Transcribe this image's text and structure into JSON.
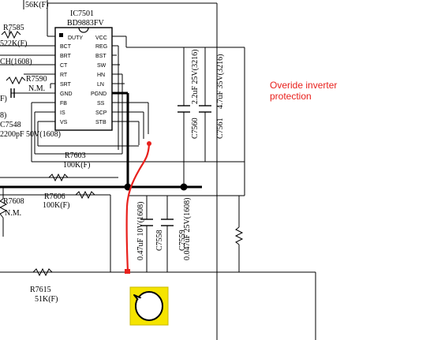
{
  "ic": {
    "ref": "IC7501",
    "part": "BD9883FV",
    "left_pins": [
      "DUTY",
      "BCT",
      "BRT",
      "CT",
      "RT",
      "SRT",
      "GND",
      "FB",
      "IS",
      "VS"
    ],
    "right_pins": [
      "VCC",
      "REG",
      "BST",
      "SW",
      "HN",
      "LN",
      "PGND",
      "SS",
      "SCP",
      "STB"
    ]
  },
  "labels": {
    "top_cut": "56K(F)",
    "r7585_ref": "R7585",
    "r7585_val": "522K(F)",
    "ch1608": "CH(1608)",
    "r7590_ref": "R7590",
    "r7590_val": "N.M.",
    "c7548_ref": "C7548",
    "c7548_val": "2200pF 50V(1608)",
    "r7603_ref": "R7603",
    "r7603_val": "100K(F)",
    "r7606_ref": "R7606",
    "r7606_val": "100K(F)",
    "r7608_ref": "R7608",
    "r7608_val": "N.M.",
    "r7615_ref": "R7615",
    "r7615_val": "51K(F)",
    "c7558_ref": "C7558",
    "c7558_val": "0.47uF 10V(1608)",
    "c7559_ref": "C7559",
    "c7559_val": "0.047uF 25V(1608)",
    "c7560_ref": "C7560",
    "c7560_val": "2.2uF 25V(3216)",
    "c7561_ref": "C7561",
    "c7561_val": "4.7uF 35V(3216)",
    "f_mark": "F)",
    "b_mark": "8)"
  },
  "annotation": {
    "line1": "Overide inverter",
    "line2": "protection",
    "color": "#e8201c",
    "wire_color": "#e8201c"
  },
  "sticker": {
    "bg": "#f5e400",
    "icon": "speech-bubble-icon"
  }
}
